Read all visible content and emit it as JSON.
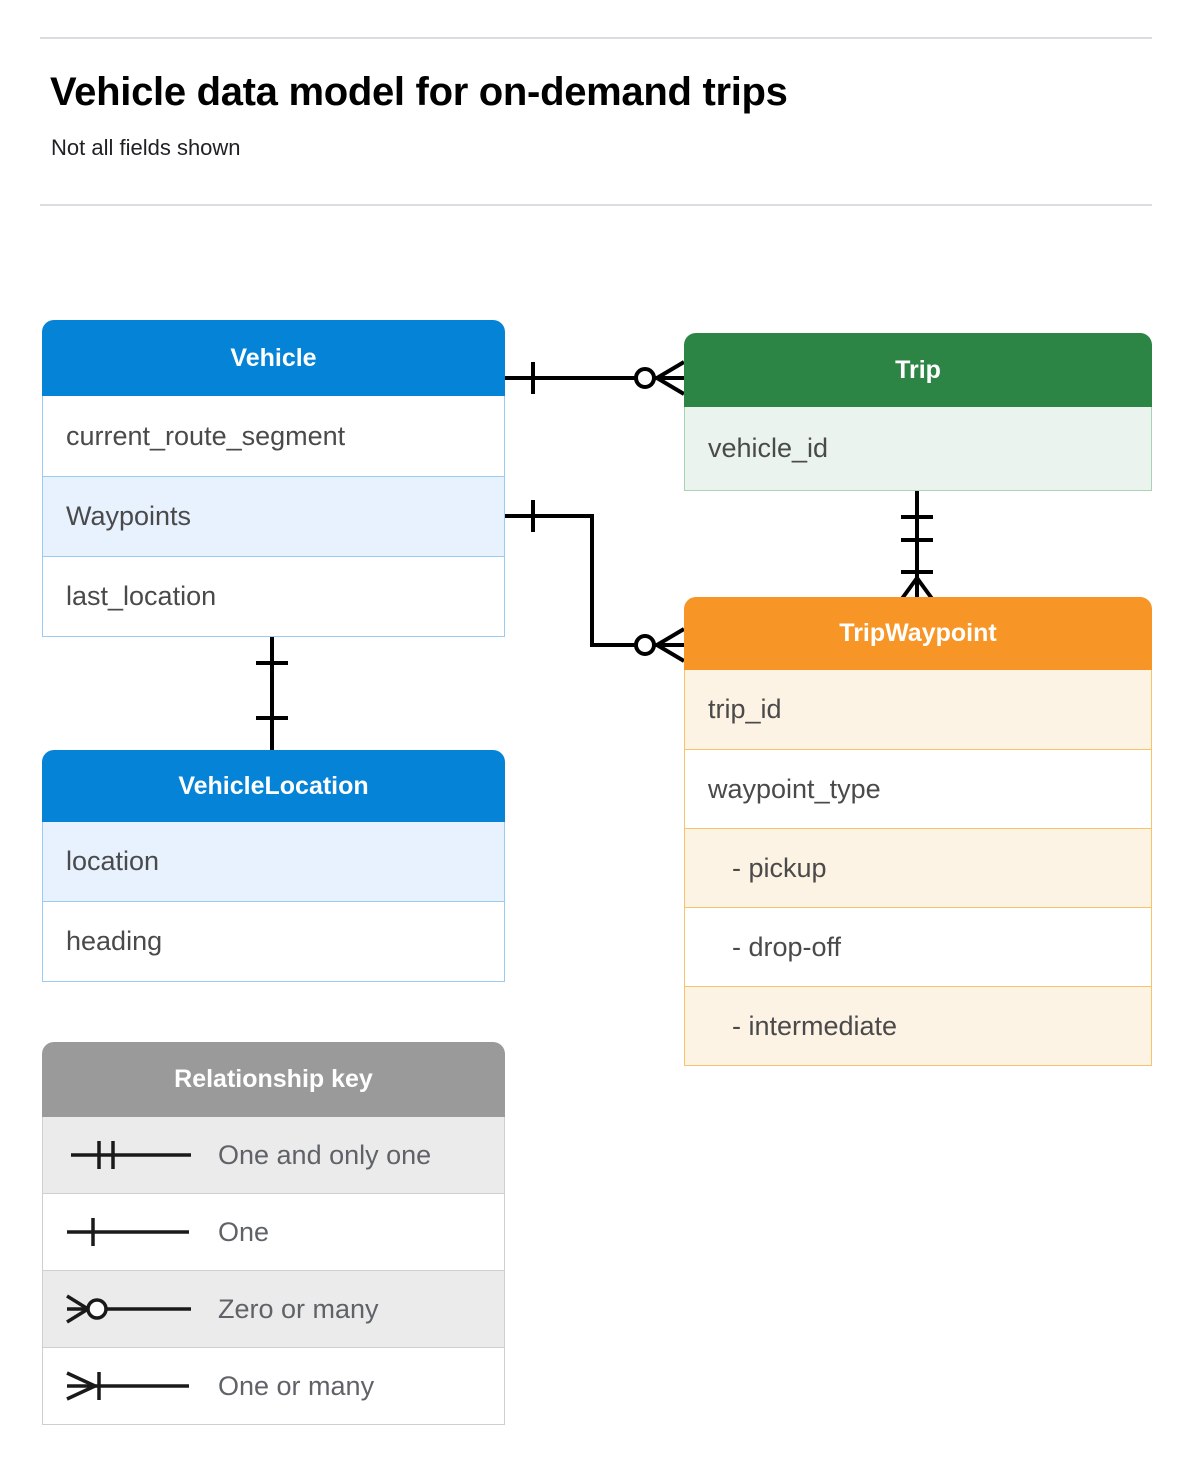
{
  "header": {
    "title": "Vehicle data model for on-demand trips",
    "subtitle": "Not all fields shown"
  },
  "colors": {
    "blue": "#0583d6",
    "blue_row": "#e8f1fe",
    "blue_border": "#9ccbf2",
    "green": "#2c8545",
    "green_row": "#eaf3ed",
    "green_border": "#a8d3b5",
    "orange": "#f79627",
    "orange_row": "#fdf3e4",
    "orange_border": "#f8c46a",
    "gray": "#9a9a9a",
    "gray_row": "#ebebeb",
    "text": "#4a4a4a",
    "rule": "#dadce0"
  },
  "entities": [
    {
      "name": "Vehicle",
      "theme": "blue",
      "fields": [
        {
          "label": "current_route_segment",
          "shaded": false
        },
        {
          "label": "Waypoints",
          "shaded": true
        },
        {
          "label": "last_location",
          "shaded": false
        }
      ]
    },
    {
      "name": "VehicleLocation",
      "theme": "blue",
      "fields": [
        {
          "label": "location",
          "shaded": true
        },
        {
          "label": "heading",
          "shaded": false
        }
      ]
    },
    {
      "name": "Trip",
      "theme": "green",
      "fields": [
        {
          "label": "vehicle_id",
          "shaded": true
        }
      ]
    },
    {
      "name": "TripWaypoint",
      "theme": "orange",
      "fields": [
        {
          "label": "trip_id",
          "shaded": true
        },
        {
          "label": "waypoint_type",
          "shaded": false
        },
        {
          "label": "-  pickup",
          "shaded": true,
          "sub": true
        },
        {
          "label": "-  drop-off",
          "shaded": false,
          "sub": true
        },
        {
          "label": "-  intermediate",
          "shaded": true,
          "sub": true
        }
      ]
    }
  ],
  "legend": {
    "title": "Relationship key",
    "rows": [
      {
        "symbol": "one-and-only-one-icon",
        "label": "One and only one",
        "shaded": true
      },
      {
        "symbol": "one-icon",
        "label": "One",
        "shaded": false
      },
      {
        "symbol": "zero-or-many-icon",
        "label": "Zero or many",
        "shaded": true
      },
      {
        "symbol": "one-or-many-icon",
        "label": "One or many",
        "shaded": false
      }
    ]
  },
  "relationships": [
    {
      "id": "vehicle-to-trip",
      "from": "Vehicle",
      "to": "Trip",
      "from_cardinality": "One",
      "to_cardinality": "Zero or many"
    },
    {
      "id": "vehicle-waypoints-to-tripwaypoint",
      "from": "Vehicle.Waypoints",
      "to": "TripWaypoint",
      "from_cardinality": "One",
      "to_cardinality": "Zero or many"
    },
    {
      "id": "trip-to-tripwaypoint",
      "from": "Trip",
      "to": "TripWaypoint",
      "from_cardinality": "One and only one",
      "to_cardinality": "One or many"
    },
    {
      "id": "vehicle-to-vehiclelocation",
      "from": "Vehicle.last_location",
      "to": "VehicleLocation",
      "from_cardinality": "One",
      "to_cardinality": "One"
    }
  ]
}
